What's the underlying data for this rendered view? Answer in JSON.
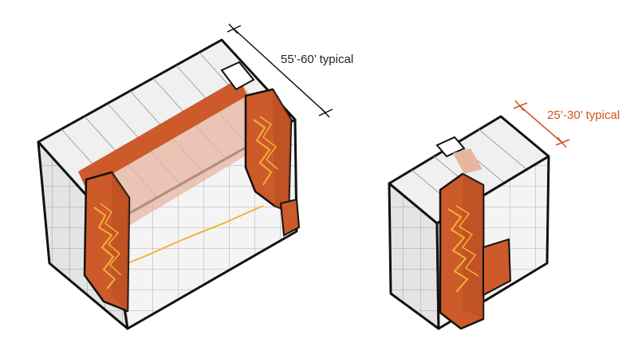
{
  "dimensions": {
    "large_building": "55’-60’ typical",
    "small_building": "25’-30’ typical"
  },
  "colors": {
    "outline": "#111111",
    "grid_line": "#8a8a8a",
    "face_light": "#f4f4f4",
    "face_mid": "#e6e6e6",
    "face_dark": "#d4d4d4",
    "core_orange": "#cc5a2a",
    "core_orange_light": "#e8b6a0",
    "stair_yellow": "#f2b233",
    "dim_dark": "#222222",
    "dim_orange": "#d0531f"
  },
  "buildings": [
    {
      "name": "large-double-core-building",
      "cores": 2,
      "floors": 6
    },
    {
      "name": "small-single-core-building",
      "cores": 1,
      "floors": 6
    }
  ]
}
